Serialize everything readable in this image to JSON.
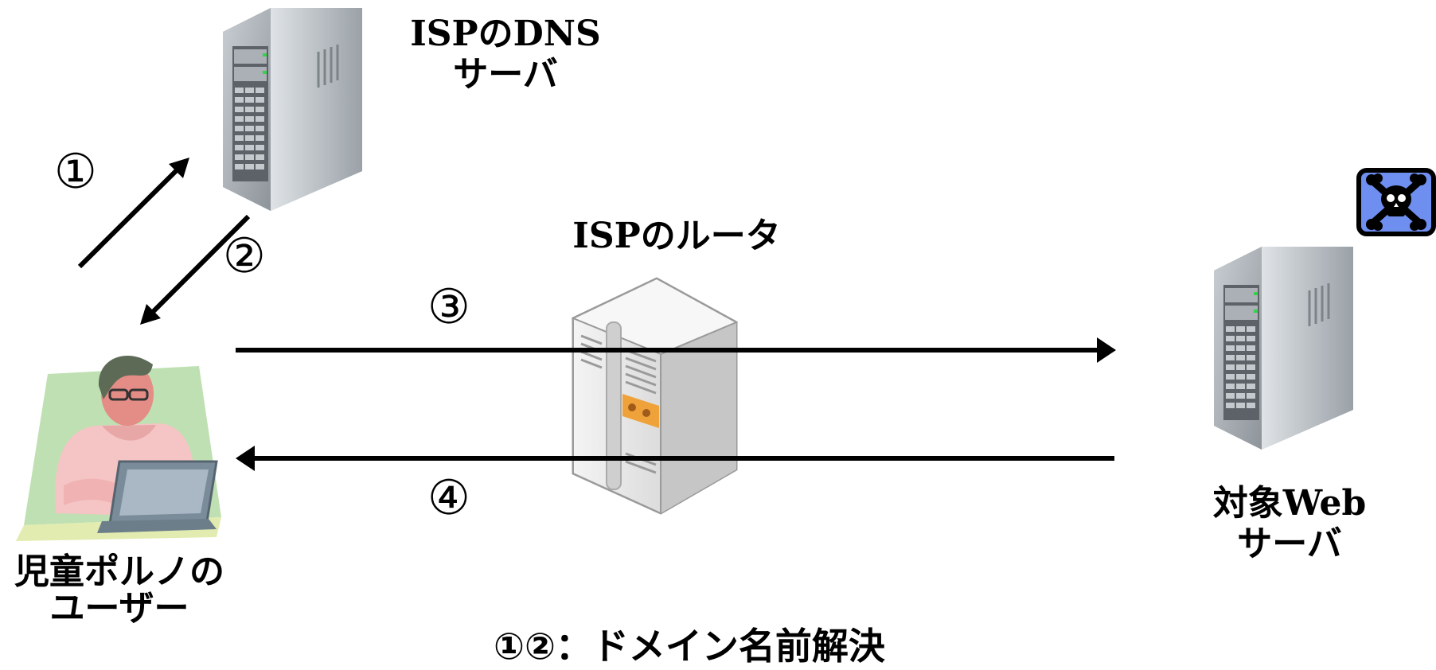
{
  "dns_server": {
    "line1": "ISPのDNS",
    "line2": "サーバ",
    "icon": "server-tower-icon"
  },
  "router": {
    "label": "ISPのルータ",
    "icon": "router-cabinet-icon"
  },
  "web_server": {
    "line1": "対象Web",
    "line2": "サーバ",
    "icon": "server-tower-icon",
    "badge_icon": "skull-crossbones-icon"
  },
  "user": {
    "line1": "児童ポルノの",
    "line2": "ユーザー",
    "icon": "person-at-laptop-icon"
  },
  "steps": {
    "s1": "①",
    "s2": "②",
    "s3": "③",
    "s4": "④"
  },
  "caption": "①②：ドメイン名前解決",
  "colors": {
    "badge_bg": "#6f8ff0",
    "arrow": "#000000"
  }
}
